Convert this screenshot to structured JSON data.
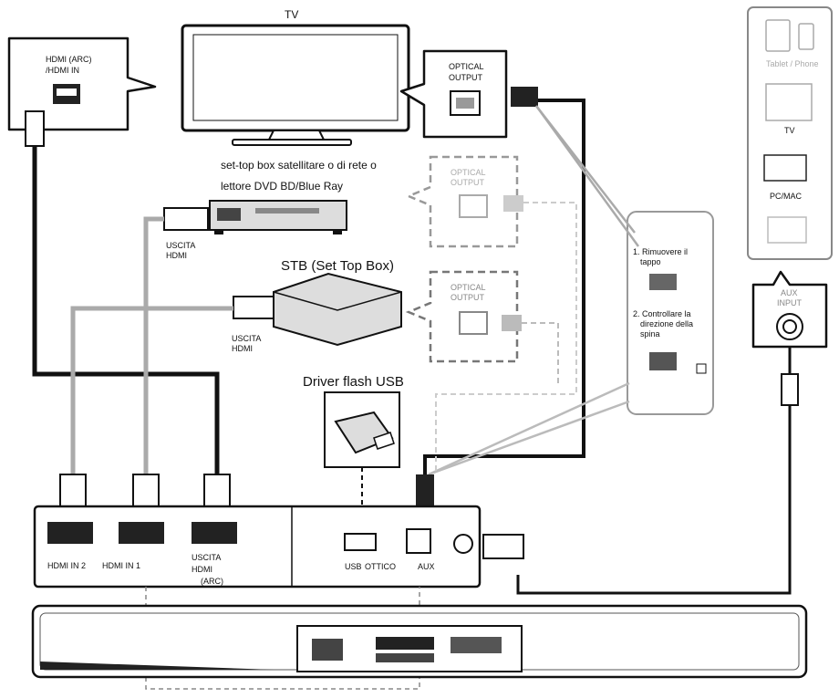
{
  "tv": {
    "title": "TV",
    "callout_left": [
      "HDMI  (ARC)",
      "/HDMI IN"
    ],
    "callout_right": [
      "OPTICAL",
      "OUTPUT"
    ]
  },
  "bd_player": {
    "title": [
      "set-top box satellitare o  di rete o",
      "lettore DVD BD/Blue Ray"
    ],
    "output_label": [
      "USCITA",
      "HDMI"
    ],
    "optical": [
      "OPTICAL",
      "OUTPUT"
    ]
  },
  "stb": {
    "title": "STB (Set Top Box)",
    "output_label": [
      "USCITA",
      "HDMI"
    ],
    "optical": [
      "OPTICAL",
      "OUTPUT"
    ]
  },
  "usb": {
    "title": "Driver flash USB"
  },
  "instructions": {
    "step1": [
      "1.  Rimuovere  il",
      "tappo"
    ],
    "step2": [
      "2.  Controllare  la",
      "direzione della",
      "spina"
    ]
  },
  "devices": {
    "tablet_label": "Tablet / Phone",
    "tv_label": "TV",
    "pc_label": "PC/MAC",
    "aux_input": [
      "AUX",
      "INPUT"
    ]
  },
  "soundbar_panel": {
    "hdmi_in2": "HDMI IN 2",
    "hdmi_in1": "HDMI IN 1",
    "hdmi_out": [
      "USCITA",
      "HDMI",
      "(ARC)"
    ],
    "usb": "USB",
    "optical": "OTTICO",
    "aux": "AUX"
  }
}
